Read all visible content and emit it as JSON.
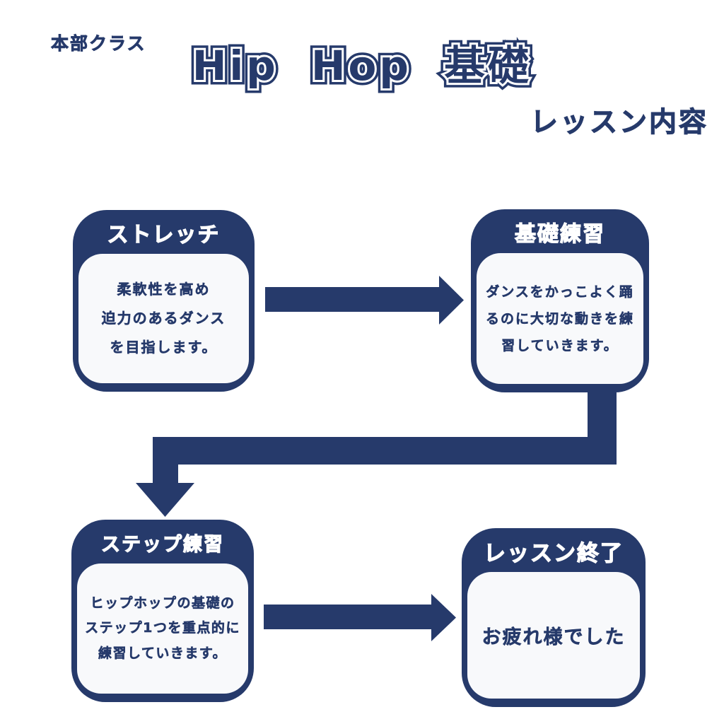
{
  "page": {
    "background_color": "#ffffff",
    "accent_color": "#263a6b",
    "panel_fill_color": "#f8f9fb",
    "header_text_color": "#ffffff"
  },
  "header": {
    "class_label": "本部クラス",
    "title": "Hip Hop 基礎",
    "subtitle": "レッスン内容"
  },
  "flow": {
    "steps": [
      {
        "title": "ストレッチ",
        "lines": [
          "柔軟性を高め",
          "迫力のあるダンス",
          "を目指します。"
        ]
      },
      {
        "title": "基礎練習",
        "lines": [
          "ダンスをかっこよく踊",
          "るのに大切な動きを練",
          "習していきます。"
        ]
      },
      {
        "title": "ステップ練習",
        "lines": [
          "ヒップホップの基礎の",
          "ステップ1つを重点的に",
          "練習していきます。"
        ]
      },
      {
        "title": "レッスン終了",
        "lines": [
          "お疲れ様でした"
        ]
      }
    ],
    "arrows": [
      {
        "name": "step1-to-step2",
        "direction": "right"
      },
      {
        "name": "step2-to-step3",
        "direction": "down-left-down"
      },
      {
        "name": "step3-to-step4",
        "direction": "right"
      }
    ]
  }
}
